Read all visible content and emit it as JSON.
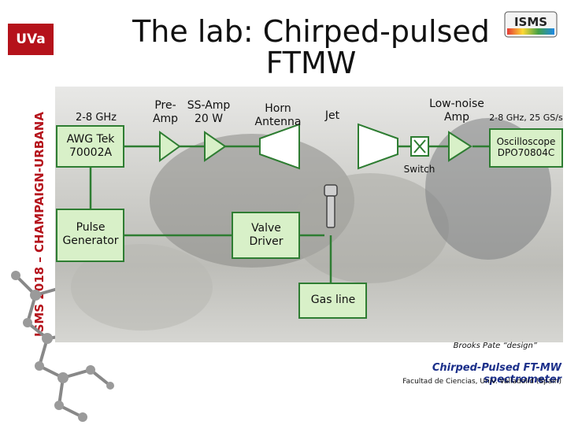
{
  "header": {
    "university_logo_text": "UVa",
    "title": "The lab: Chirped-pulsed FTMW",
    "conference_logo_text": "ISMS",
    "side_caption": "ISMS 2018 – CHAMPAIGN-URBANA"
  },
  "diagram": {
    "awg_freq": "2-8 GHz",
    "awg": "AWG Tek 70002A",
    "pulse_generator": "Pulse Generator",
    "preamp": "Pre- Amp",
    "ssamp": "SS-Amp 20 W",
    "horn_antenna": "Horn Antenna",
    "jet": "Jet",
    "valve_driver": "Valve Driver",
    "gas_line": "Gas line",
    "low_noise_amp": "Low-noise Amp",
    "switch": "Switch",
    "scope_freq": "2-8 GHz, 25 GS/s",
    "oscilloscope": "Oscilloscope DPO70804C",
    "colors": {
      "box_fill": "#d8f0c8",
      "box_border": "#2e7d32",
      "line": "#2e7d32"
    }
  },
  "footer": {
    "credit": "Brooks Pate “design”",
    "caption": "Chirped-Pulsed FT-MW spectrometer",
    "affiliation": "Facultad de Ciencias, Univ. Valladolid (Spain)"
  }
}
